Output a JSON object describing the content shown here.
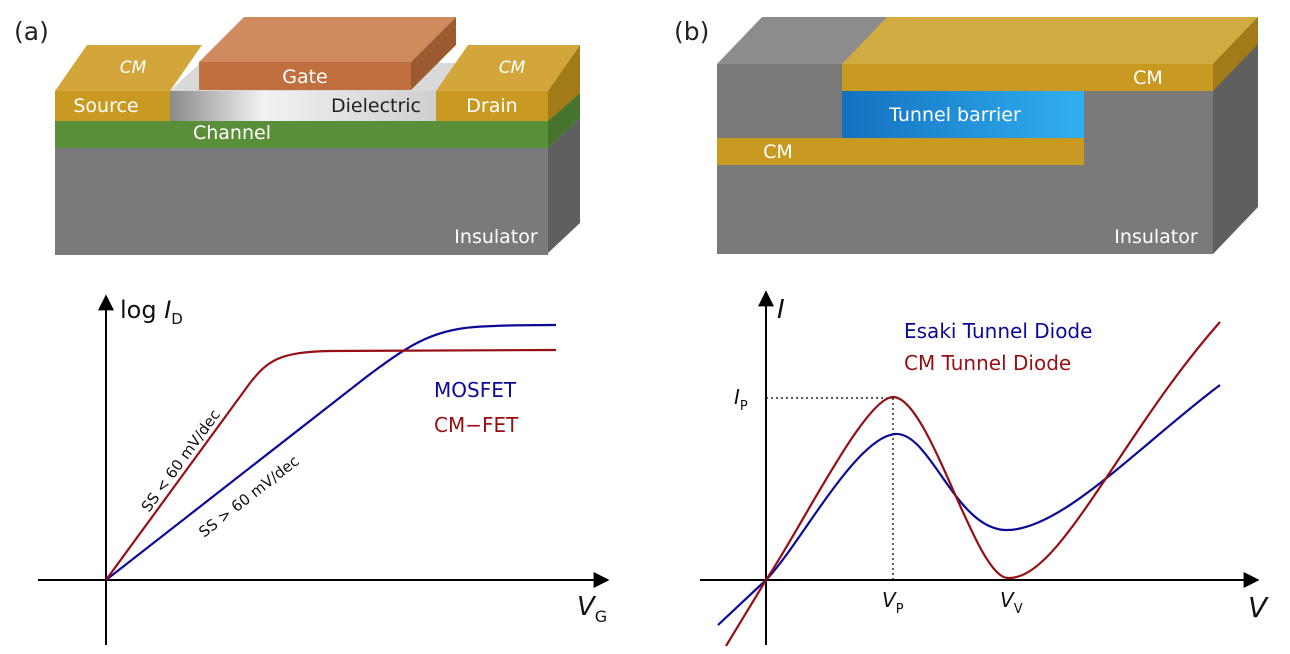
{
  "panel_a": {
    "label": "(a)",
    "device": {
      "cm_left": "CM",
      "cm_right": "CM",
      "gate": "Gate",
      "source": "Source",
      "dielectric": "Dielectric",
      "drain": "Drain",
      "channel": "Channel",
      "insulator": "Insulator"
    },
    "plot": {
      "y_axis_prefix": "log ",
      "y_axis_var": "I",
      "y_axis_sub": "D",
      "x_axis_var": "V",
      "x_axis_sub": "G",
      "legend": {
        "mosfet": "MOSFET",
        "cmfet": "CM−FET"
      },
      "annotations": {
        "ss_low": "SS < 60 mV/dec",
        "ss_high": "SS > 60 mV/dec"
      }
    }
  },
  "panel_b": {
    "label": "(b)",
    "device": {
      "cm_top": "CM",
      "tunnel_barrier": "Tunnel barrier",
      "cm_bottom": "CM",
      "insulator": "Insulator"
    },
    "plot": {
      "y_axis_var": "I",
      "x_axis_var": "V",
      "peak_current_var": "I",
      "peak_current_sub": "P",
      "peak_voltage_var": "V",
      "peak_voltage_sub": "P",
      "valley_voltage_var": "V",
      "valley_voltage_sub": "V",
      "legend": {
        "esaki": "Esaki Tunnel Diode",
        "cm": "CM Tunnel Diode"
      }
    }
  },
  "colors": {
    "blue_curve": "#0a0a96",
    "red_curve": "#960f14",
    "gold": "#d4a22a",
    "gate_copper": "#c8784a",
    "channel_green": "#5a8f3a",
    "insulator_gray": "#7a7a7a",
    "barrier_blue": "#1a80d0"
  }
}
